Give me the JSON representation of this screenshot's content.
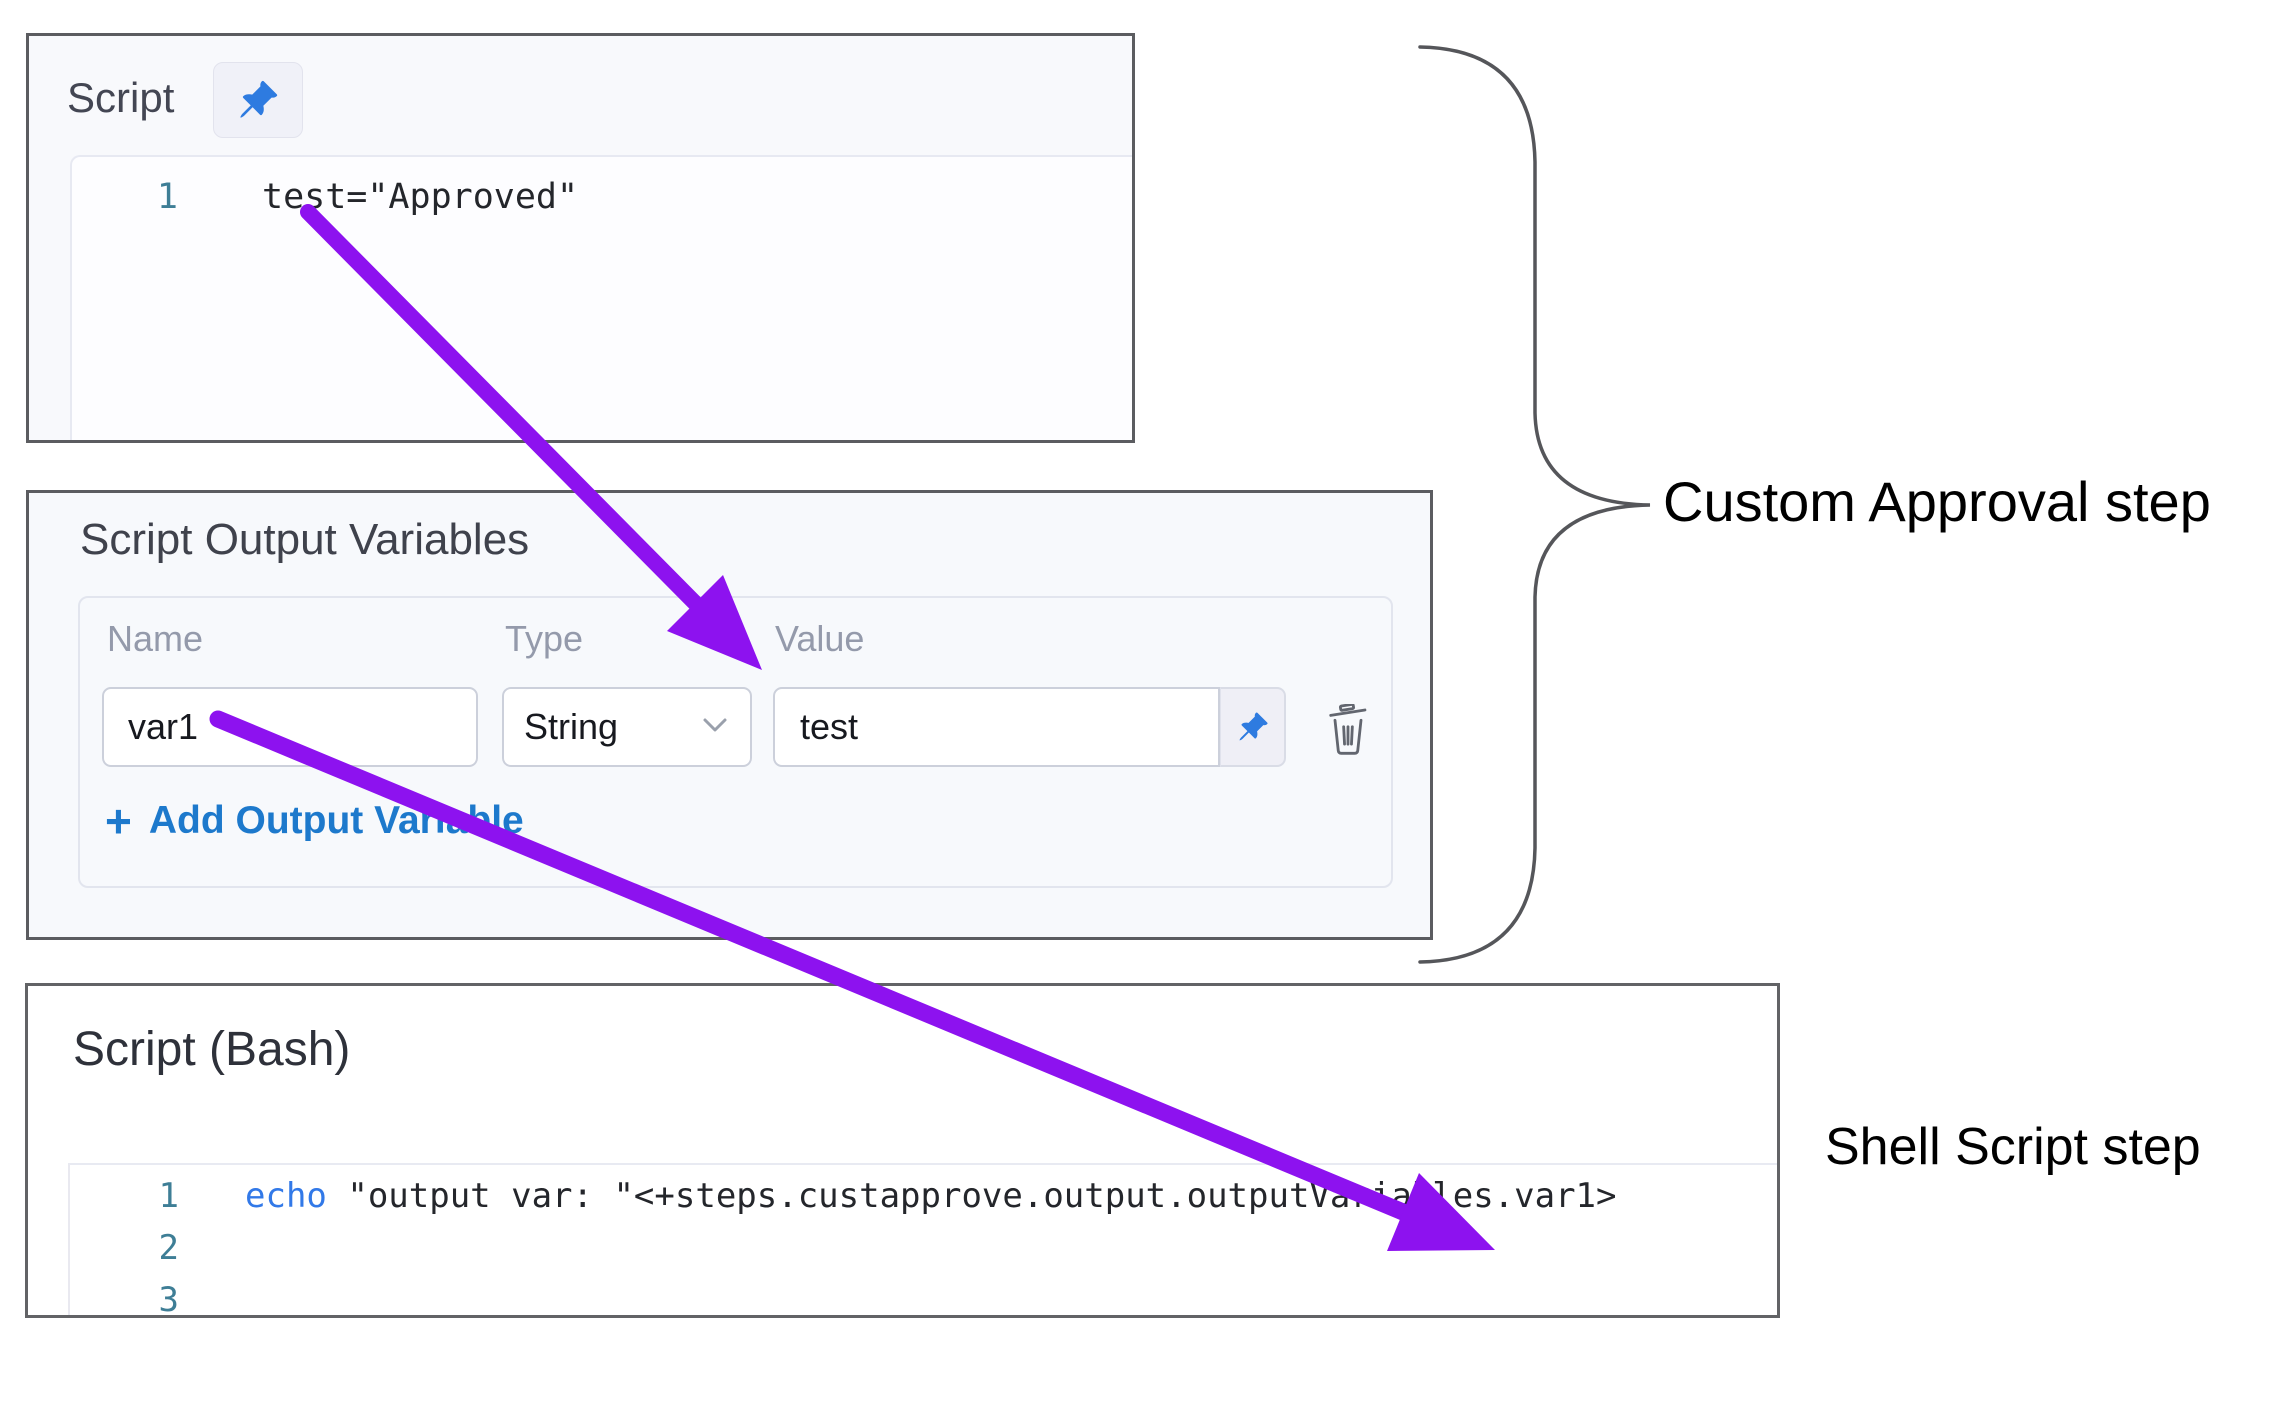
{
  "script_panel": {
    "title": "Script",
    "editor": {
      "lines": [
        {
          "number": "1",
          "code": "test=\"Approved\""
        }
      ]
    }
  },
  "output_variables_panel": {
    "title": "Script Output Variables",
    "columns": {
      "name": "Name",
      "type": "Type",
      "value": "Value"
    },
    "row": {
      "name": "var1",
      "type": "String",
      "value": "test"
    },
    "add_button": {
      "plus": "+",
      "label": "Add Output Variable"
    }
  },
  "shell_panel": {
    "title": "Script (Bash)",
    "editor": {
      "lines": [
        {
          "number": "1",
          "keyword": "echo",
          "rest": " \"output var: \"<+steps.custapprove.output.outputVariables.var1>"
        },
        {
          "number": "2",
          "keyword": "",
          "rest": ""
        },
        {
          "number": "3",
          "keyword": "",
          "rest": ""
        }
      ]
    }
  },
  "annotations": {
    "custom_approval_label": "Custom Approval step",
    "shell_script_label": "Shell Script step"
  },
  "icons": {
    "pin": "pushpin-icon",
    "trash": "trash-icon",
    "chevron": "chevron-down-icon",
    "plus": "plus-icon"
  },
  "colors": {
    "accent_purple": "#8d12ef",
    "pin_blue": "#2e7be0",
    "link_blue": "#1d79cc",
    "keyword_blue": "#3279e8",
    "line_number_teal": "#3e7e96",
    "label_gray": "#949aab",
    "brace_gray": "#55565a",
    "panel_border": "#5b5c60",
    "panel_tint": "#f7f9fc"
  }
}
